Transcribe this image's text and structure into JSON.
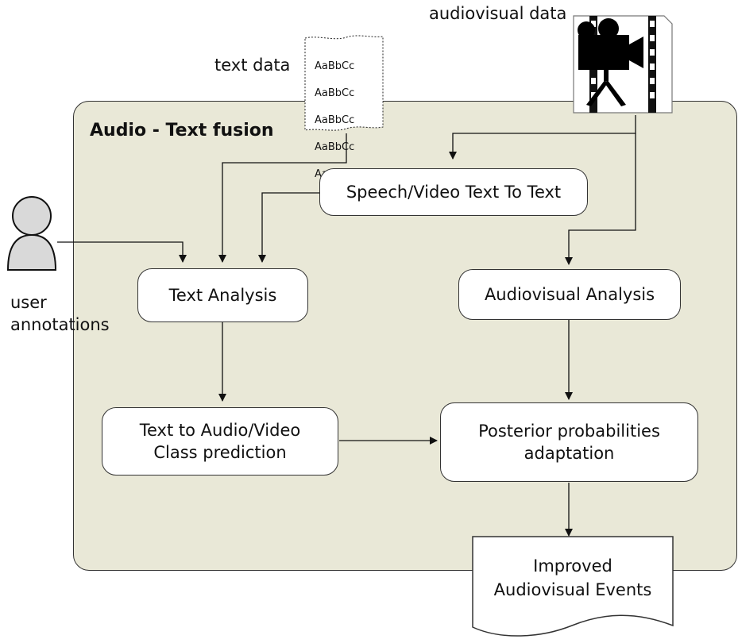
{
  "container": {
    "title": "Audio - Text fusion"
  },
  "inputs": {
    "text_data_label": "text data",
    "audiovisual_label": "audiovisual data",
    "user_label": "user\nannotations",
    "doc_sample_lines": [
      "AaBbCc",
      "AaBbCc",
      "AaBbCc",
      "AaBbCc",
      "AaBbCc"
    ]
  },
  "nodes": {
    "speech_to_text": "Speech/Video Text To Text",
    "text_analysis": "Text Analysis",
    "audiovisual_analysis": "Audiovisual Analysis",
    "text_to_class": "Text to Audio/Video\nClass prediction",
    "posterior": "Posterior probabilities\nadaptation",
    "output": "Improved\nAudiovisual Events"
  }
}
